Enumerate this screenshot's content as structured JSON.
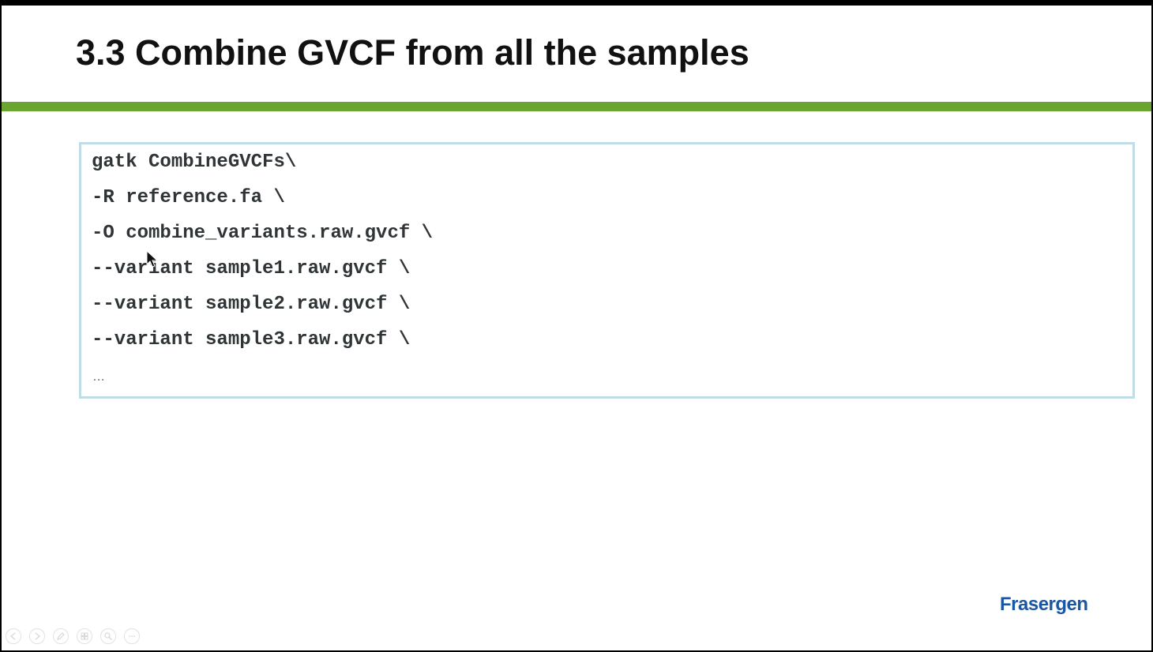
{
  "slide": {
    "title": "3.3 Combine GVCF from all the samples",
    "code_lines": [
      "gatk CombineGVCFs\\",
      "-R reference.fa \\",
      "-O combine_variants.raw.gvcf \\",
      "--variant sample1.raw.gvcf \\",
      "--variant sample2.raw.gvcf \\",
      "--variant sample3.raw.gvcf \\"
    ],
    "ellipsis": "…",
    "logo_text": "Frasergen"
  },
  "colors": {
    "accent_bar": "#6aa62f",
    "code_border": "#bfdce7",
    "logo": "#1b56a5"
  },
  "toolbar": {
    "icons": [
      "previous-slide-icon",
      "next-slide-icon",
      "pen-icon",
      "slides-grid-icon",
      "zoom-icon",
      "more-options-icon"
    ]
  }
}
